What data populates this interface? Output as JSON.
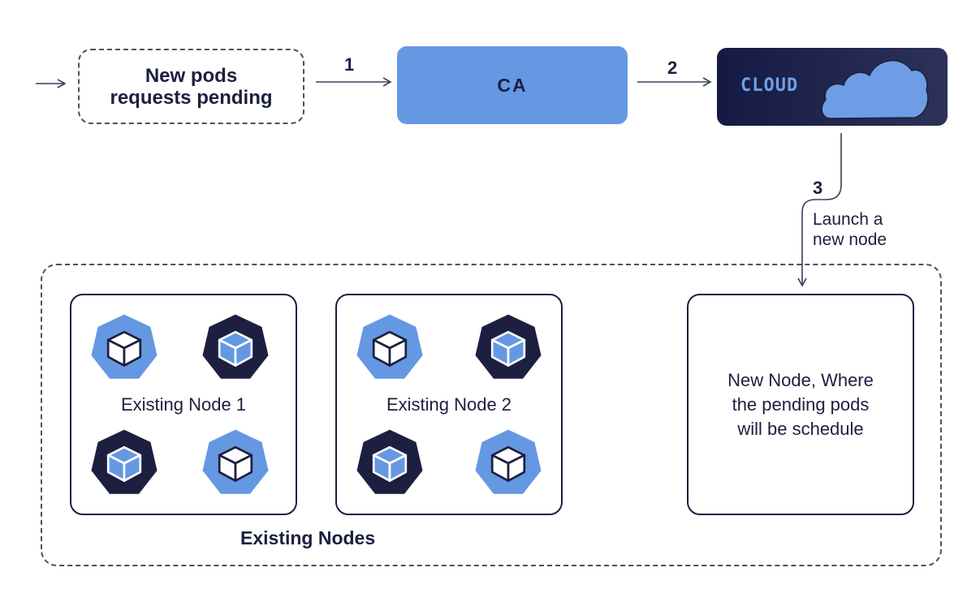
{
  "flow": {
    "pending_label": "New pods\nrequests pending",
    "ca_label": "CA",
    "cloud_label": "CLOUD",
    "step1": "1",
    "step2": "2",
    "step3": "3",
    "step3_note": "Launch a\nnew node"
  },
  "existing_nodes": {
    "group_label": "Existing Nodes",
    "nodes": [
      {
        "label": "Existing Node 1",
        "pods": [
          "light",
          "dark",
          "dark",
          "light"
        ]
      },
      {
        "label": "Existing Node 2",
        "pods": [
          "light",
          "dark",
          "dark",
          "light"
        ]
      }
    ]
  },
  "new_node": {
    "label": "New Node, Where\nthe pending pods\nwill be schedule"
  },
  "colors": {
    "accent_blue": "#6598e2",
    "navy": "#1c1f3f",
    "cloud_bg": "#141a43"
  }
}
